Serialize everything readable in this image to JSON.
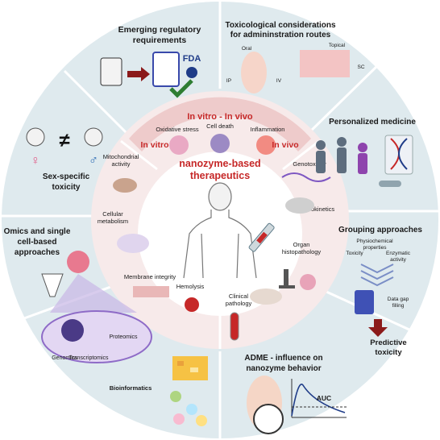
{
  "outer_sections": {
    "regulatory": "Emerging regulatory requirements",
    "regulatory_line1": "Emerging regulatory",
    "regulatory_line2": "requirements",
    "fda_label": "FDA",
    "toxicological_line1": "Toxicological considerations",
    "toxicological_line2": "for admininstration routes",
    "route_oral": "Oral",
    "route_topical": "Topical",
    "route_ip": "IP",
    "route_iv": "IV",
    "route_sc": "SC",
    "personalized": "Personalized medicine",
    "grouping": "Grouping approaches",
    "grouping_physchem_1": "Physiochemical",
    "grouping_physchem_2": "properties",
    "grouping_toxicity": "Toxicity",
    "grouping_enzymatic_1": "Enzymatic",
    "grouping_enzymatic_2": "activity",
    "data_gap_1": "Data gap",
    "data_gap_2": "filling",
    "predictive_1": "Predictive",
    "predictive_2": "toxicity",
    "adme_line1": "ADME - influence on",
    "adme_line2": "nanozyme behavior",
    "auc": "AUC",
    "omics_line1": "Omics and single",
    "omics_line2": "cell-based",
    "omics_line3": "approaches",
    "genomics": "Genomics",
    "transcriptomics": "Transcriptomics",
    "proteomics": "Proteomics",
    "bioinformatics": "Bioinformatics",
    "sex_line1": "Sex-specific",
    "sex_line2": "toxicity",
    "not_equal": "≠"
  },
  "inner_ring": {
    "invitro_invivo": "In vitro - In vivo",
    "oxidative_stress": "Oxidative stress",
    "cell_death": "Cell death",
    "inflammation": "Inflammation",
    "invitro": "In vitro",
    "mitochondrial_1": "Mitochondrial",
    "mitochondrial_2": "activity",
    "cellular_1": "Cellular",
    "cellular_2": "metabolism",
    "membrane": "Membrane integrity",
    "hemolysis": "Hemolysis",
    "invivo": "In vivo",
    "genotoxicity": "Genotoxicity",
    "toxicokinetics": "Toxicokinetics",
    "organ_1": "Organ",
    "organ_2": "histopathology",
    "clinical_1": "Clinical",
    "clinical_2": "pathology"
  },
  "center": {
    "line1": "nanozyme-based",
    "line2": "therapeutics"
  },
  "colors": {
    "outer_ring": "#dfeaee",
    "inner_ring": "#f7eaea",
    "red_banner": "#dc5b5b",
    "center_fill": "#ffffff",
    "title_red": "#c62828",
    "arrow_dark_red": "#8b1a1a",
    "omics_purple": "#cdb8e8"
  },
  "icons": [
    "clipboard-icon",
    "fda-logo-icon",
    "checkmark-icon",
    "syringe-icon",
    "female-symbol-icon",
    "male-symbol-icon",
    "dna-icon",
    "microscope-icon",
    "test-tube-icon",
    "tablet-icon",
    "human-silhouette-icon",
    "pk-curve-icon",
    "heatmap-icon"
  ]
}
